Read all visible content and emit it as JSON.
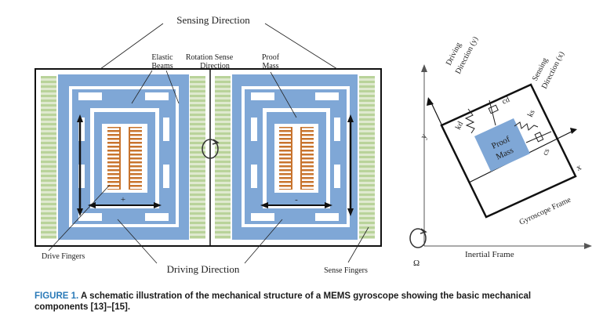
{
  "figure": {
    "labels": {
      "sensing_direction": "Sensing Direction",
      "elastic_beams_1": "Elastic",
      "elastic_beams_2": "Beams",
      "rotation_sense_1": "Rotation Sense",
      "rotation_sense_2": "Direction",
      "proof_mass_1": "Proof",
      "proof_mass_2": "Mass",
      "drive_fingers": "Drive Fingers",
      "driving_direction": "Driving Direction",
      "sense_fingers": "Sense Fingers",
      "plus_sign": "+",
      "minus_sign": "-"
    },
    "right_labels": {
      "driving_y_1": "Driving",
      "driving_y_2": "Direction (y)",
      "sensing_x_1": "Sensing",
      "sensing_x_2": "Direction (x)",
      "kd": "kd",
      "cd": "cd",
      "ks": "ks",
      "cs": "cs",
      "proof_1": "Proof",
      "proof_2": "Mass",
      "y_axis": "y",
      "x_axis": "x",
      "gyro_frame": "Gyroscope Frame",
      "inertial_frame": "Inertial Frame",
      "omega": "Ω"
    }
  },
  "caption": {
    "label": "FIGURE 1.",
    "text": "A schematic illustration of the mechanical structure of a MEMS gyroscope showing the basic mechanical components [13]–[15]."
  },
  "colors": {
    "blue_mass": "#7fa7d6",
    "green_fingers": "#b9d39a",
    "orange_fingers": "#c8742e",
    "caption_label": "#2a7ab8"
  }
}
